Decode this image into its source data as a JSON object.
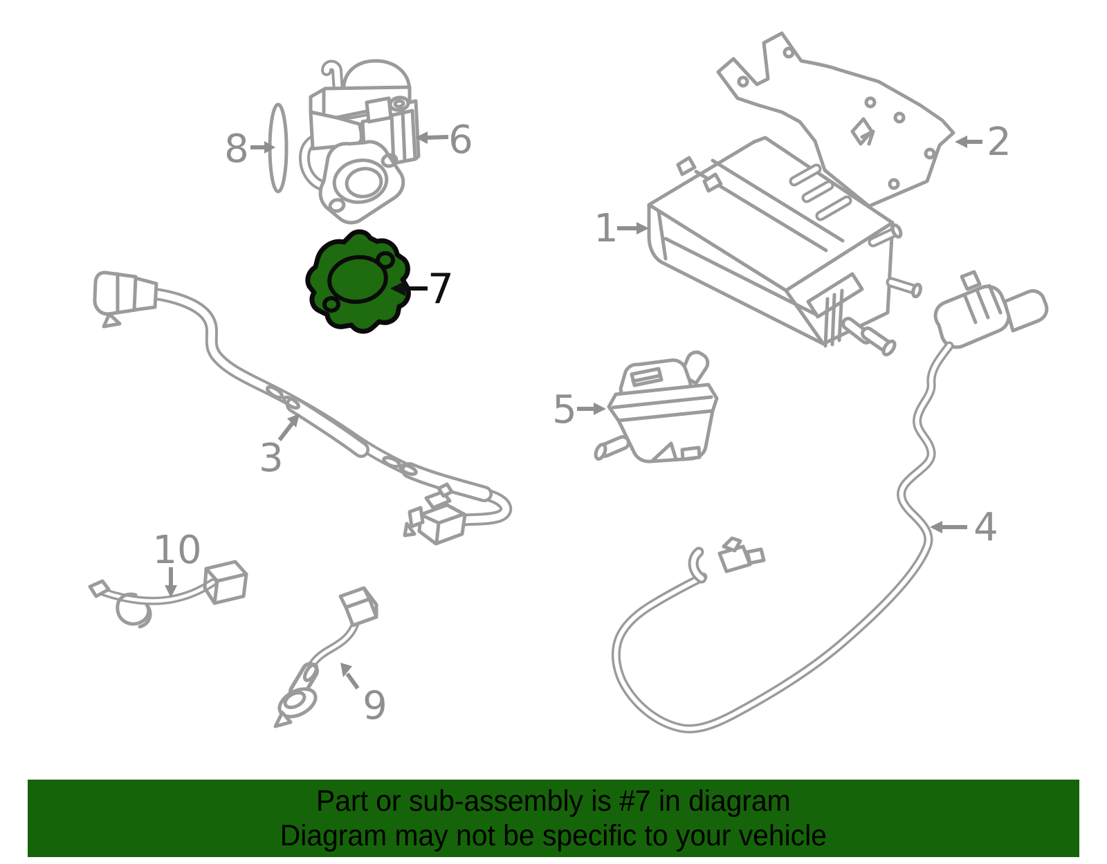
{
  "banner": {
    "line1": "Part or sub-assembly is #7 in diagram",
    "line2": "Diagram may not be specific to your vehicle",
    "background_color": "#166409",
    "text_color": "#000000"
  },
  "diagram": {
    "highlighted_part": "7",
    "labels": [
      "1",
      "2",
      "3",
      "4",
      "5",
      "6",
      "7",
      "8",
      "9",
      "10"
    ],
    "colors": {
      "artwork_line": "#9b9b9b",
      "callout_gray": "#8f8f8f",
      "highlight_fill": "#1e6b10",
      "highlight_outline": "#0a0a0a",
      "background": "#ffffff"
    }
  }
}
